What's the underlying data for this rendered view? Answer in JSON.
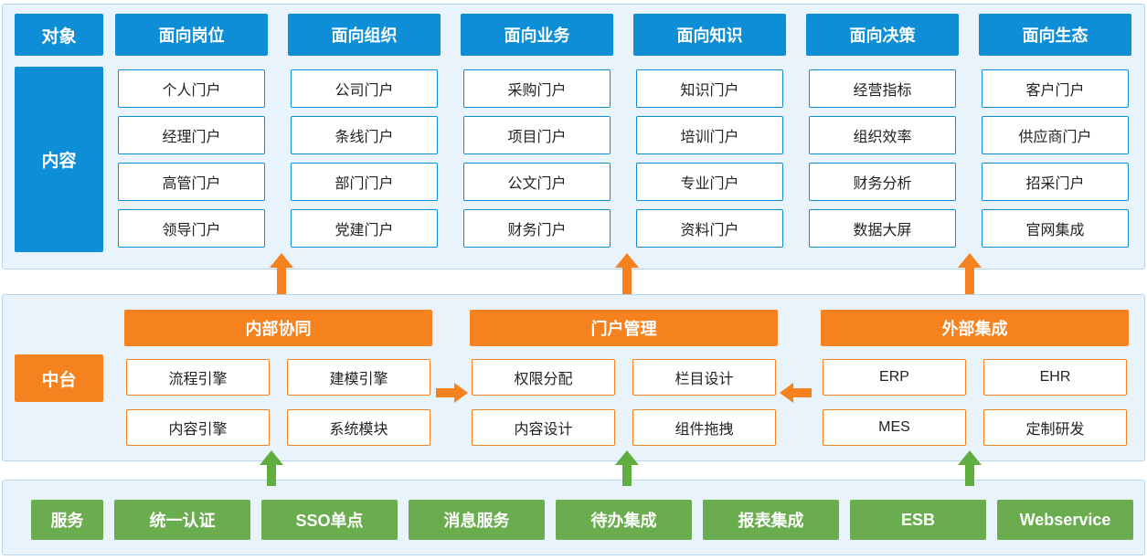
{
  "colors": {
    "blue": "#0f8ed8",
    "orange": "#f5821f",
    "green": "#6aad4f",
    "panel_bg": "#e9f3fc",
    "panel_border": "#b5d7ef"
  },
  "content_layer": {
    "corner_label": "对象",
    "side_label": "内容",
    "columns": [
      {
        "header": "面向岗位",
        "items": [
          "个人门户",
          "经理门户",
          "高管门户",
          "领导门户"
        ]
      },
      {
        "header": "面向组织",
        "items": [
          "公司门户",
          "条线门户",
          "部门门户",
          "党建门户"
        ]
      },
      {
        "header": "面向业务",
        "items": [
          "采购门户",
          "项目门户",
          "公文门户",
          "财务门户"
        ]
      },
      {
        "header": "面向知识",
        "items": [
          "知识门户",
          "培训门户",
          "专业门户",
          "资料门户"
        ]
      },
      {
        "header": "面向决策",
        "items": [
          "经营指标",
          "组织效率",
          "财务分析",
          "数据大屏"
        ]
      },
      {
        "header": "面向生态",
        "items": [
          "客户门户",
          "供应商门户",
          "招采门户",
          "官网集成"
        ]
      }
    ]
  },
  "middle_layer": {
    "side_label": "中台",
    "groups": [
      {
        "header": "内部协同",
        "items": [
          "流程引擎",
          "建模引擎",
          "内容引擎",
          "系统模块"
        ]
      },
      {
        "header": "门户管理",
        "items": [
          "权限分配",
          "栏目设计",
          "内容设计",
          "组件拖拽"
        ]
      },
      {
        "header": "外部集成",
        "items": [
          "ERP",
          "EHR",
          "MES",
          "定制研发"
        ]
      }
    ]
  },
  "service_layer": {
    "side_label": "服务",
    "items": [
      "统一认证",
      "SSO单点",
      "消息服务",
      "待办集成",
      "报表集成",
      "ESB",
      "Webservice"
    ]
  }
}
